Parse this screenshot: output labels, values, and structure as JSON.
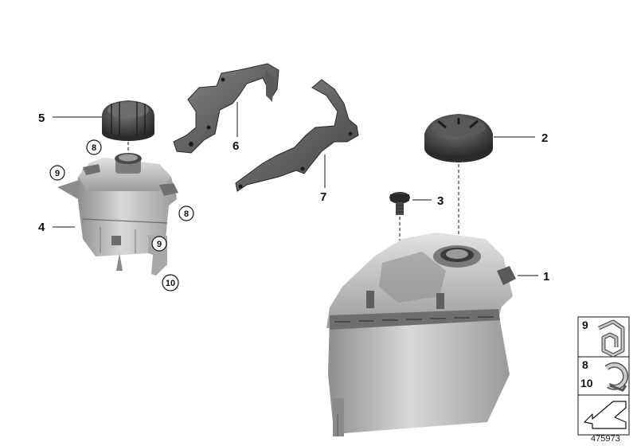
{
  "callouts": {
    "c1": "1",
    "c2": "2",
    "c3": "3",
    "c4": "4",
    "c5": "5",
    "c6": "6",
    "c7": "7",
    "c8a": "8",
    "c8b": "8",
    "c9a": "9",
    "c9b": "9",
    "c10": "10"
  },
  "legend": {
    "row1_num": "9",
    "row2_num_top": "8",
    "row2_num_bottom": "10"
  },
  "document_number": "475973",
  "colors": {
    "part_light": "#d8d8d8",
    "part_mid": "#a9a9a9",
    "part_dark": "#5f5f5f",
    "line": "#111111"
  }
}
